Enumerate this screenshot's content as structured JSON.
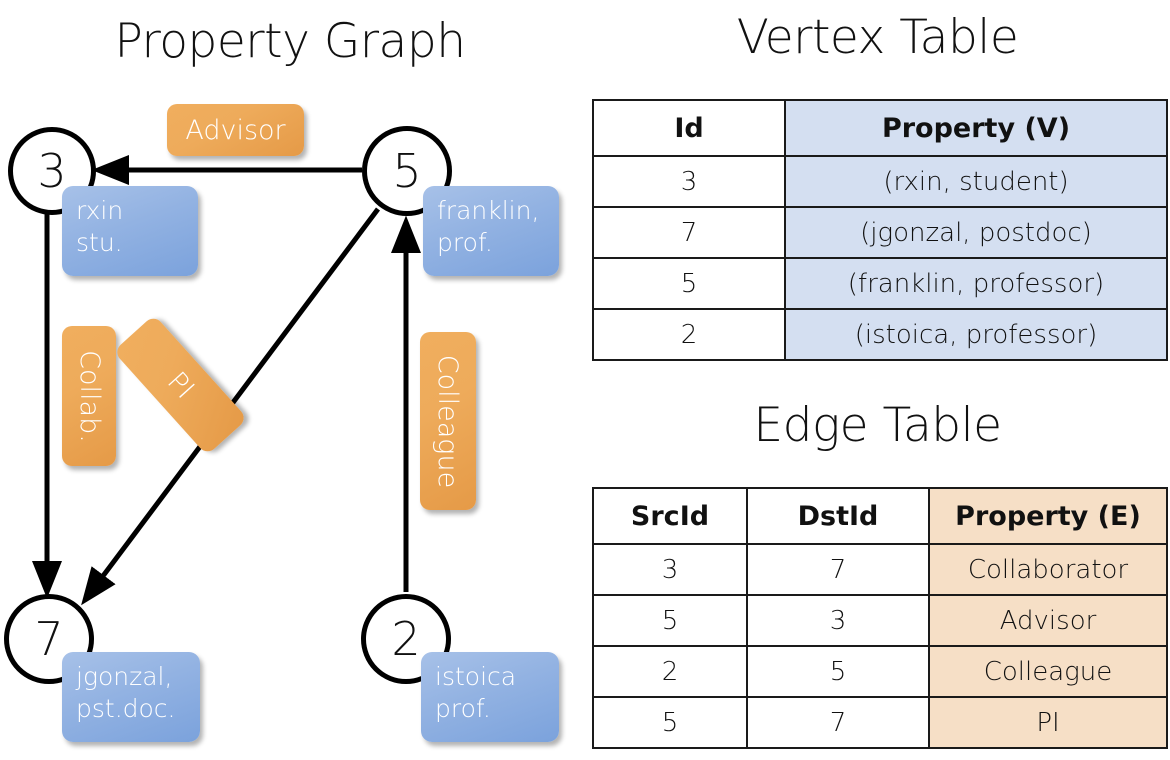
{
  "titles": {
    "property_graph": "Property Graph",
    "vertex_table": "Vertex Table",
    "edge_table": "Edge Table"
  },
  "graph": {
    "vertices": [
      {
        "id": "3",
        "name": "rxin",
        "role": "stu."
      },
      {
        "id": "5",
        "name": "franklin,",
        "role": "prof."
      },
      {
        "id": "7",
        "name": "jgonzal,",
        "role": "pst.doc."
      },
      {
        "id": "2",
        "name": "istoica",
        "role": "prof."
      }
    ],
    "edge_labels": {
      "advisor": "Advisor",
      "collab": "Collab.",
      "pi": "PI",
      "colleague": "Colleague"
    }
  },
  "vertex_table": {
    "headers": [
      "Id",
      "Property (V)"
    ],
    "rows": [
      {
        "id": "3",
        "property": "(rxin, student)"
      },
      {
        "id": "7",
        "property": "(jgonzal, postdoc)"
      },
      {
        "id": "5",
        "property": "(franklin, professor)"
      },
      {
        "id": "2",
        "property": "(istoica, professor)"
      }
    ]
  },
  "edge_table": {
    "headers": [
      "SrcId",
      "DstId",
      "Property (E)"
    ],
    "rows": [
      {
        "src": "3",
        "dst": "7",
        "property": "Collaborator"
      },
      {
        "src": "5",
        "dst": "3",
        "property": "Advisor"
      },
      {
        "src": "2",
        "dst": "5",
        "property": "Colleague"
      },
      {
        "src": "5",
        "dst": "7",
        "property": "PI"
      }
    ]
  },
  "colors": {
    "vertex_property_fill": "#8fb0e0",
    "edge_label_fill": "#eeab5b",
    "vertex_table_header_fill": "#d4dff1",
    "edge_table_header_fill": "#f6dfc6",
    "stroke": "#000000"
  }
}
